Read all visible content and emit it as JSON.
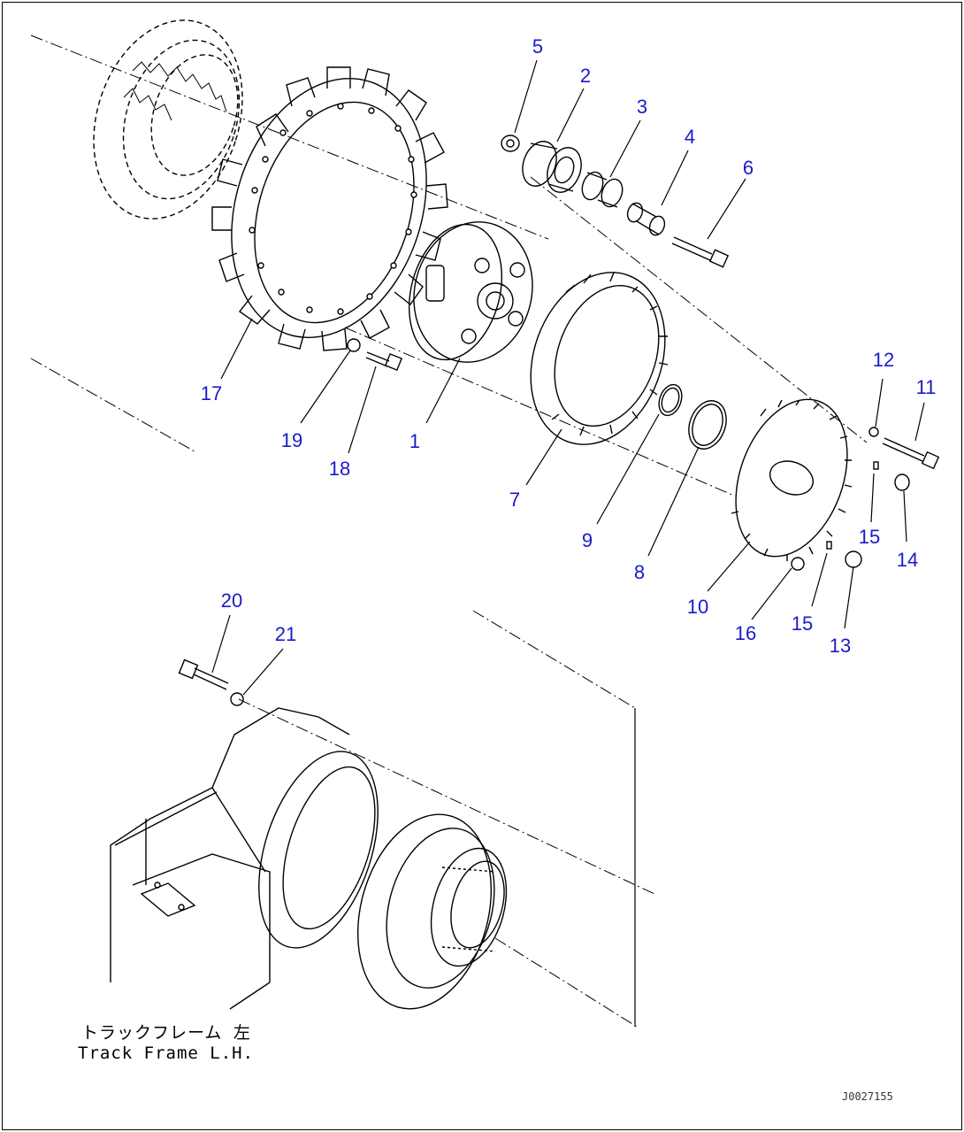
{
  "callouts": [
    {
      "label": "1"
    },
    {
      "label": "2"
    },
    {
      "label": "3"
    },
    {
      "label": "4"
    },
    {
      "label": "5"
    },
    {
      "label": "6"
    },
    {
      "label": "7"
    },
    {
      "label": "8"
    },
    {
      "label": "9"
    },
    {
      "label": "10"
    },
    {
      "label": "11"
    },
    {
      "label": "12"
    },
    {
      "label": "13"
    },
    {
      "label": "14"
    },
    {
      "label": "15"
    },
    {
      "label": "15"
    },
    {
      "label": "16"
    },
    {
      "label": "17"
    },
    {
      "label": "18"
    },
    {
      "label": "19"
    },
    {
      "label": "20"
    },
    {
      "label": "21"
    }
  ],
  "caption": {
    "japanese": "トラックフレーム 左",
    "english": "Track Frame L.H."
  },
  "drawing_id": "J0027155",
  "colors": {
    "callout_text": "#1a1acc",
    "linework": "#000000",
    "background": "#ffffff"
  }
}
